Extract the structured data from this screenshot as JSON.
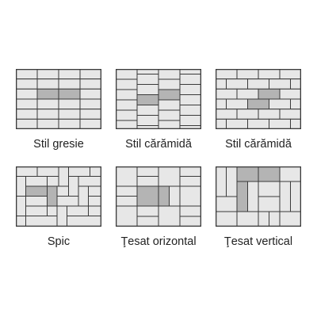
{
  "colors": {
    "tile_light": "#e7e7e7",
    "tile_highlight": "#b4b4b4",
    "grout": "#3a3a3a"
  },
  "patterns": [
    {
      "id": "stil-gresie",
      "label": "Stil gresie",
      "icon": "grid-stack-pattern"
    },
    {
      "id": "stil-caramida-vert",
      "label": "Stil cărămidă",
      "icon": "vertical-brick-pattern"
    },
    {
      "id": "stil-caramida",
      "label": "Stil cărămidă",
      "icon": "running-bond-pattern"
    },
    {
      "id": "spic",
      "label": "Spic",
      "icon": "herringbone-pattern"
    },
    {
      "id": "tesat-orizontal",
      "label": "Ţesat orizontal",
      "icon": "horizontal-basketweave-pattern"
    },
    {
      "id": "tesat-vertical",
      "label": "Ţesat vertical",
      "icon": "vertical-basketweave-pattern"
    }
  ]
}
